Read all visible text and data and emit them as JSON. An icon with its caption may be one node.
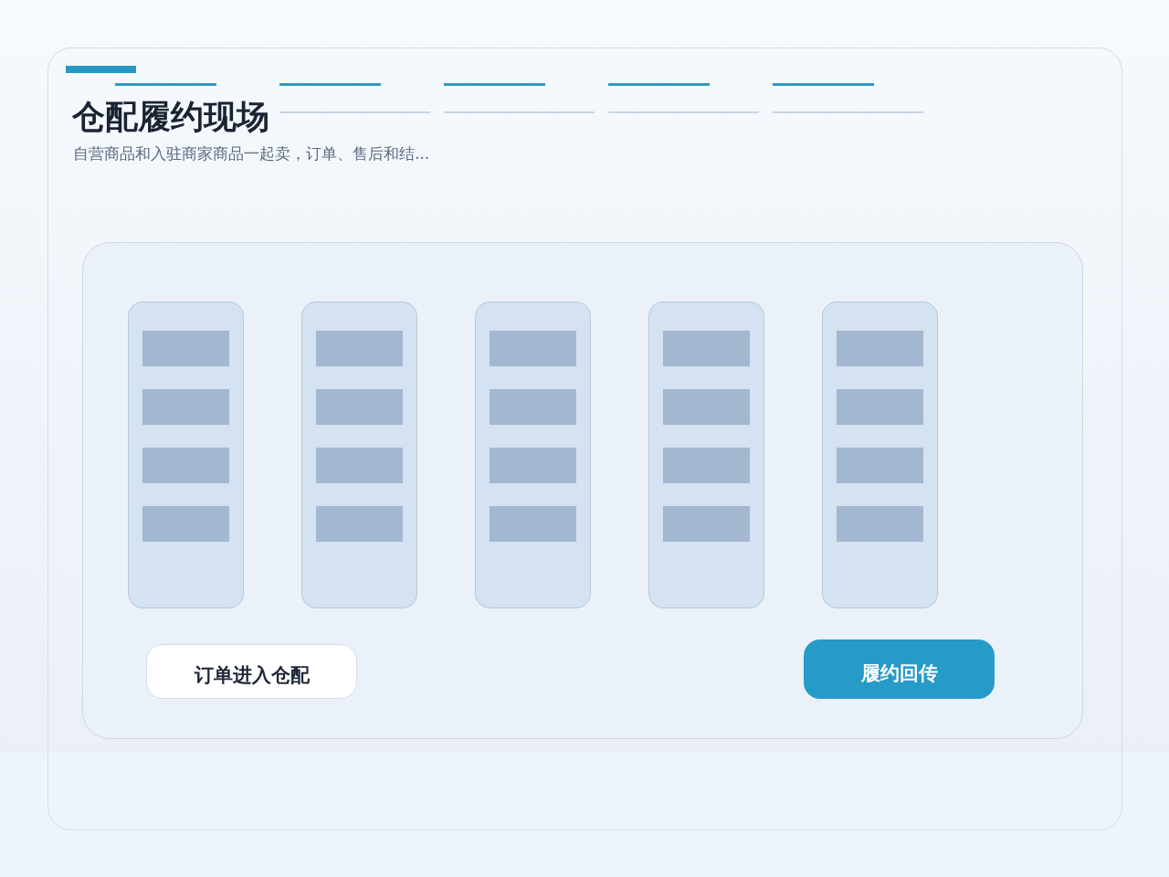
{
  "diagram": {
    "title": "仓配履约现场",
    "nodes": [
      {
        "text": [],
        "shape": "box"
      },
      {
        "text": [],
        "shape": "box",
        "in": 0
      },
      {
        "text": [],
        "shape": "box",
        "in": 0
      },
      {
        "text": [],
        "shape": "box",
        "in": 0
      },
      {
        "text": [],
        "shape": "box",
        "in": 0
      },
      {
        "text": [],
        "shape": "box",
        "in": 0
      },
      {
        "text": [
          "订单进入仓配"
        ],
        "in": 0
      },
      {
        "text": [
          "履约回传"
        ],
        "in": 0
      }
    ],
    "labels": [
      "自营商品和入驻商家商品一起卖，订单、售后和结..."
    ]
  }
}
